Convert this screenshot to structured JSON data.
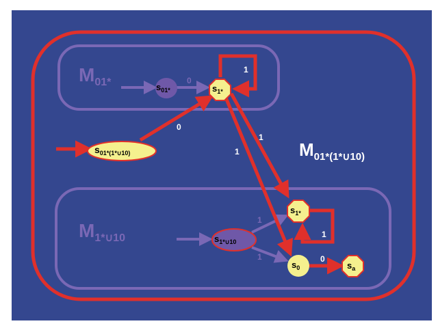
{
  "diagram": {
    "outer_machine": {
      "label_main": "M",
      "label_sub": "01*(1*∪10)"
    },
    "top_machine": {
      "label_main": "M",
      "label_sub": "01*"
    },
    "bottom_machine": {
      "label_main": "M",
      "label_sub": "1*∪10"
    },
    "states": {
      "s_outer_start": {
        "main": "s",
        "sub": "01*(1*∪10)"
      },
      "s_01star": {
        "main": "s",
        "sub": "01*"
      },
      "s_1star_top": {
        "main": "s",
        "sub": "1*"
      },
      "s_1star_bottom": {
        "main": "s",
        "sub": "1*"
      },
      "s_1star_u10": {
        "main": "s",
        "sub": "1*∪10"
      },
      "s_0": {
        "main": "s",
        "sub": "0"
      },
      "s_a": {
        "main": "s",
        "sub": "a"
      }
    },
    "edge_labels": {
      "s01star_to_s1star": "0",
      "s1star_self_loop_top": "1",
      "start_to_s1star": "0",
      "s1star_to_s1star_bottom": "1",
      "s1star_to_s0": "1",
      "s1u10_to_s1star": "1",
      "s1u10_to_s0": "1",
      "s1star_self_loop_bottom": "1",
      "s0_to_sa": "0"
    },
    "colors": {
      "background": "#34478f",
      "red": "#e0302b",
      "purple_faded": "#7a68b5",
      "yellow_state": "#f5f08e",
      "purple_state": "#6f58a8",
      "white": "#ffffff"
    }
  }
}
